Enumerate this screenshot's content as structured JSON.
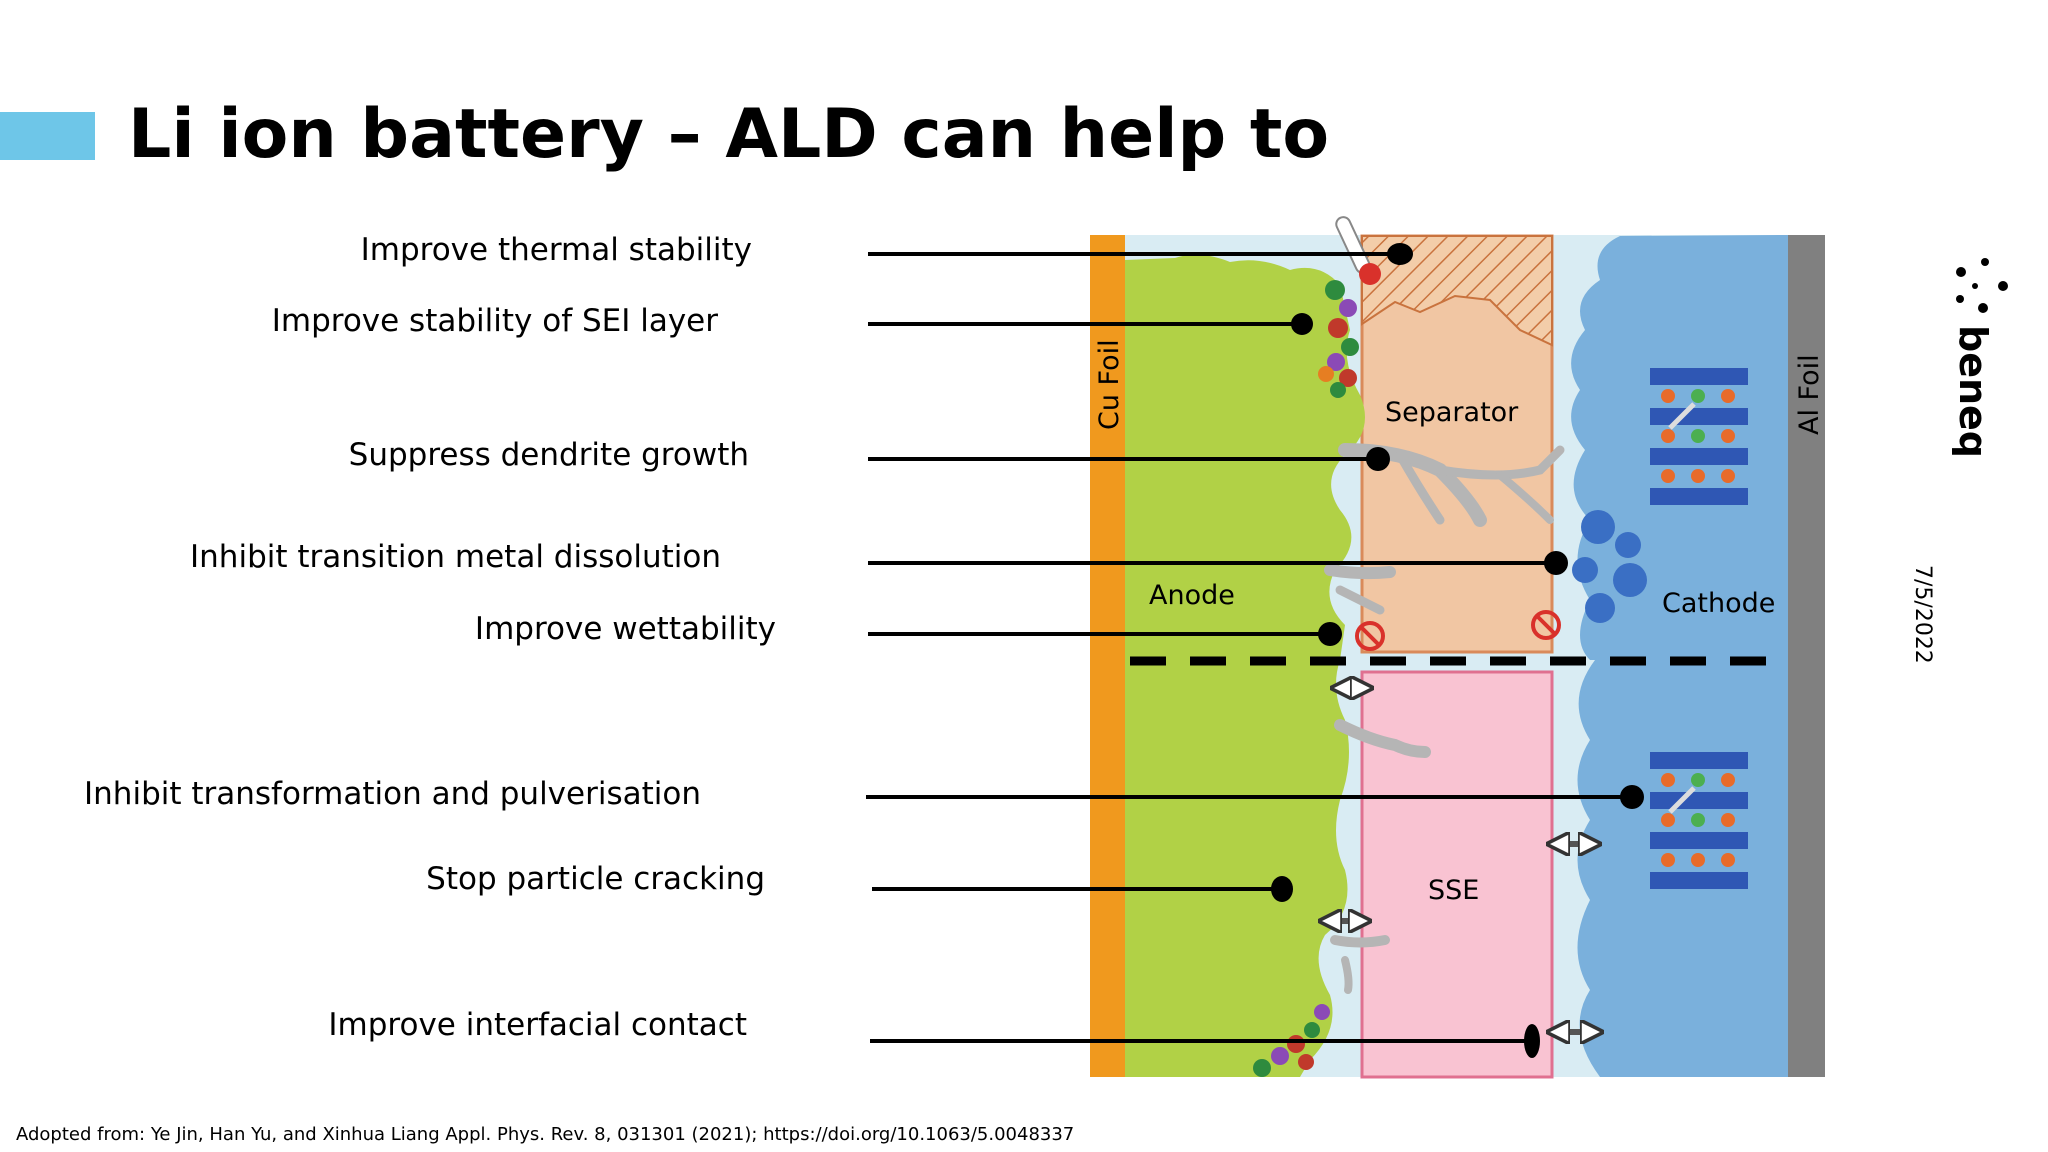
{
  "slide": {
    "title": "Li ion battery – ALD can help to",
    "accent_color": "#6ec6e8",
    "date": "7/5/2022",
    "logo_text": "beneq",
    "citation": "Adopted from: Ye Jin, Han Yu, and Xinhua Liang Appl. Phys. Rev. 8, 031301 (2021); https://doi.org/10.1063/5.0048337"
  },
  "callouts": [
    {
      "id": "thermal",
      "label": "Improve thermal stability"
    },
    {
      "id": "sei",
      "label": "Improve stability of SEI layer"
    },
    {
      "id": "dendrite",
      "label": "Suppress dendrite growth"
    },
    {
      "id": "tm",
      "label": "Inhibit transition metal dissolution"
    },
    {
      "id": "wettability",
      "label": "Improve wettability"
    },
    {
      "id": "pulverisation",
      "label": "Inhibit transformation and pulverisation"
    },
    {
      "id": "cracking",
      "label": "Stop particle cracking"
    },
    {
      "id": "contact",
      "label": "Improve interfacial contact"
    }
  ],
  "diagram": {
    "cu_foil": "Cu Foil",
    "al_foil": "Al Foil",
    "separator": "Separator",
    "anode": "Anode",
    "cathode": "Cathode",
    "sse": "SSE",
    "colors": {
      "cu_foil": "#f0991e",
      "al_foil": "#808080",
      "anode": "#b1d146",
      "cathode": "#7ab0dc",
      "separator": "#f1c6a3",
      "sse": "#f9c3d2",
      "electrolyte": "#d9ecf3",
      "dendrite": "#b5b5b5",
      "lattice": "#2f57b4"
    }
  }
}
